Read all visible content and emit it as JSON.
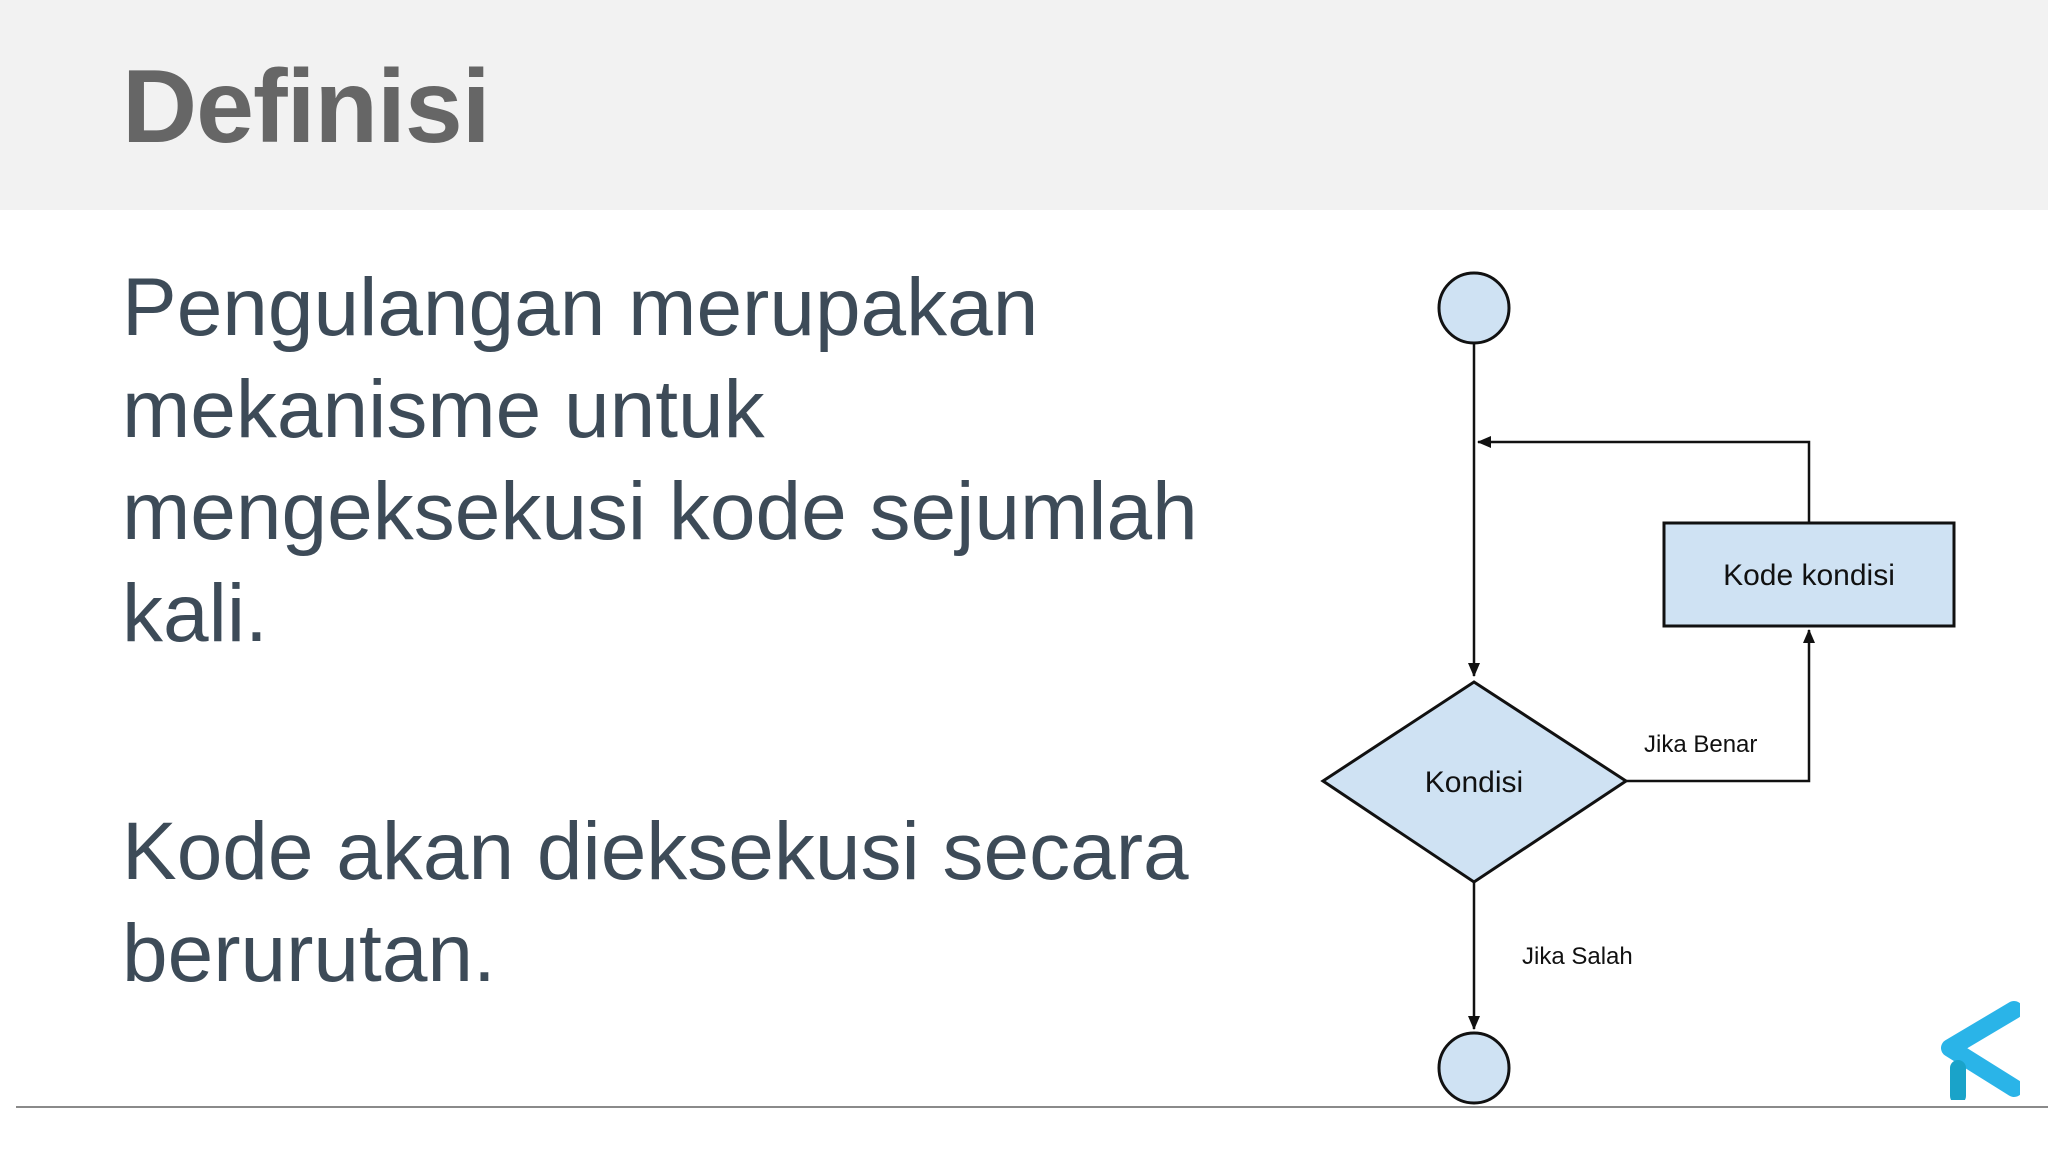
{
  "slide": {
    "title": "Definisi",
    "paragraphs": [
      "Pengulangan merupakan mekanisme untuk mengeksekusi kode sejumlah kali.",
      "Kode akan dieksekusi secara berurutan."
    ]
  },
  "flowchart": {
    "nodes": {
      "start": {
        "shape": "circle",
        "label": ""
      },
      "condition": {
        "shape": "diamond",
        "label": "Kondisi"
      },
      "process": {
        "shape": "rectangle",
        "label": "Kode kondisi"
      },
      "end": {
        "shape": "circle",
        "label": ""
      }
    },
    "edges": {
      "true_branch": {
        "from": "condition",
        "to": "process",
        "label": "Jika Benar"
      },
      "false_branch": {
        "from": "condition",
        "to": "end",
        "label": "Jika Salah"
      },
      "loop_back": {
        "from": "process",
        "to": "condition",
        "label": ""
      }
    },
    "colors": {
      "node_fill": "#cfe2f3",
      "stroke": "#111111"
    }
  },
  "logo": {
    "icon": "chevron-left-logo-icon",
    "colors": [
      "#2ab4e8",
      "#1aa3c9"
    ]
  }
}
